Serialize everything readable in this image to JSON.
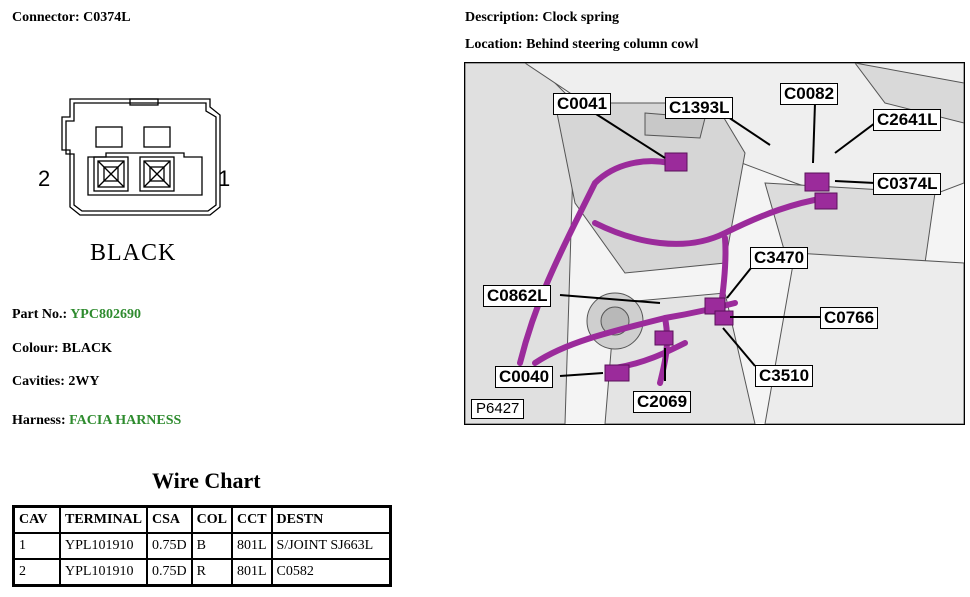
{
  "connector": {
    "label": "Connector:",
    "value": "C0374L"
  },
  "description": {
    "label": "Description:",
    "value": "Clock spring"
  },
  "location": {
    "label": "Location:",
    "value": "Behind steering column cowl"
  },
  "diagram": {
    "pin_left": "2",
    "pin_right": "1",
    "colour_text": "BLACK"
  },
  "part_no": {
    "label": "Part No.:",
    "value": "YPC802690"
  },
  "colour": {
    "label": "Colour:",
    "value": "BLACK"
  },
  "cavities": {
    "label": "Cavities:",
    "value": "2WY"
  },
  "harness": {
    "label": "Harness:",
    "value": "FACIA HARNESS"
  },
  "wire_chart": {
    "title": "Wire Chart",
    "headers": [
      "CAV",
      "TERMINAL",
      "CSA",
      "COL",
      "CCT",
      "DESTN"
    ],
    "rows": [
      [
        "1",
        "YPL101910",
        "0.75D",
        "B",
        "801L",
        "S/JOINT SJ663L"
      ],
      [
        "2",
        "YPL101910",
        "0.75D",
        "R",
        "801L",
        "C0582"
      ]
    ]
  },
  "photo": {
    "figure_id": "P6427",
    "callouts": [
      "C0041",
      "C1393L",
      "C0082",
      "C2641L",
      "C0374L",
      "C3470",
      "C0862L",
      "C0766",
      "C0040",
      "C3510",
      "C2069"
    ]
  },
  "colors": {
    "green": "#2e8b2e",
    "harness": "#9b2b9b"
  }
}
